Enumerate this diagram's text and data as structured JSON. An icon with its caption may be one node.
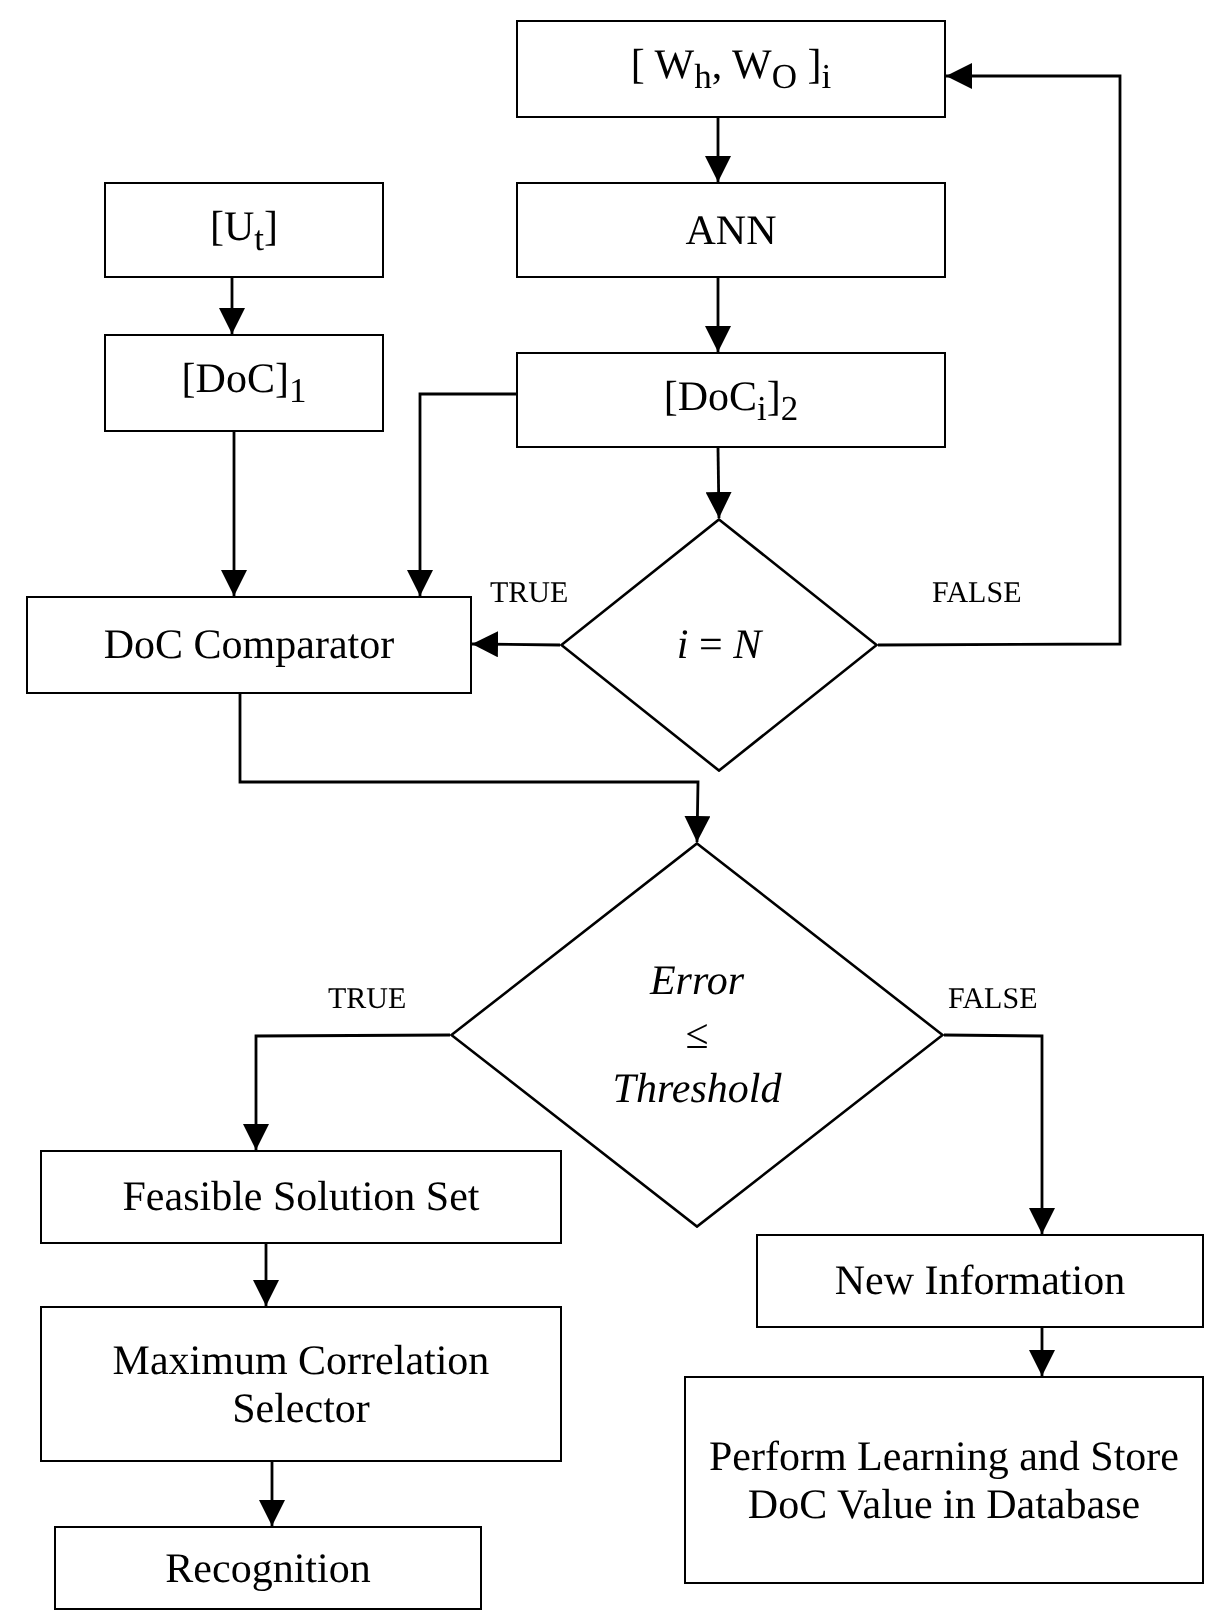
{
  "diagram": {
    "nodes": [
      {
        "text": [
          "[ W$_{h}$, W$_{O}$ ]$_{i}$"
        ]
      },
      {
        "text": [
          "[U$_{t}$]"
        ]
      },
      {
        "text": [
          "ANN"
        ]
      },
      {
        "text": [
          "[DoC]$_{1}$"
        ]
      },
      {
        "text": [
          "[DoC$_{i}$]$_{2}$"
        ]
      },
      {
        "text": [
          "*i* = *N*"
        ]
      },
      {
        "text": [
          "DoC Comparator"
        ]
      },
      {
        "text": [
          "*Error*",
          "≤",
          "*Threshold*"
        ]
      },
      {
        "text": [
          "Feasible Solution Set"
        ]
      },
      {
        "text": [
          "New Information"
        ]
      },
      {
        "text": [
          "Maximum Correlation Selector"
        ]
      },
      {
        "text": [
          "Perform Learning and Store DoC Value in Database"
        ]
      },
      {
        "text": [
          "Recognition"
        ]
      }
    ],
    "edges": [
      {
        "from": 0,
        "to": 2,
        "arrow": "to"
      },
      {
        "from": 1,
        "to": 3,
        "arrow": "to"
      },
      {
        "from": 2,
        "to": 4,
        "arrow": "to"
      },
      {
        "from": 4,
        "to": 5,
        "arrow": "to"
      },
      {
        "from": 3,
        "to": 6,
        "arrow": "to"
      },
      {
        "from": 4,
        "to": 6,
        "arrow": "to"
      },
      {
        "from": 5,
        "to": 6,
        "arrow": "to",
        "label": "TRUE"
      },
      {
        "from": 5,
        "to": 0,
        "arrow": "to",
        "label": "FALSE"
      },
      {
        "from": 6,
        "to": 7,
        "arrow": "to"
      },
      {
        "from": 7,
        "to": 8,
        "arrow": "to",
        "label": "TRUE"
      },
      {
        "from": 7,
        "to": 9,
        "arrow": "to",
        "label": "FALSE"
      },
      {
        "from": 8,
        "to": 10,
        "arrow": "to"
      },
      {
        "from": 9,
        "to": 11,
        "arrow": "to"
      },
      {
        "from": 10,
        "to": 12,
        "arrow": "to"
      }
    ]
  }
}
